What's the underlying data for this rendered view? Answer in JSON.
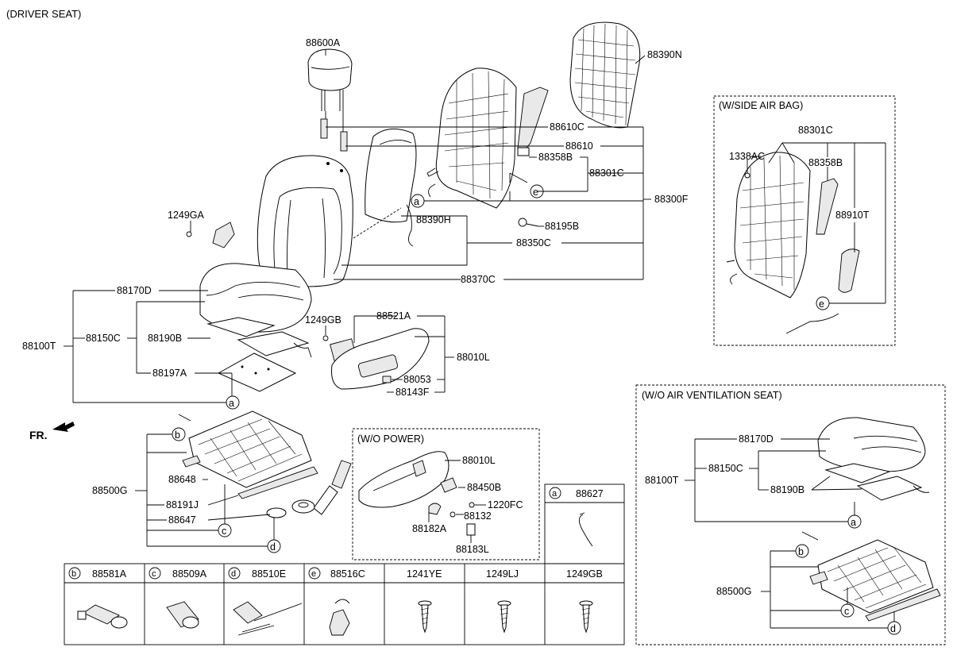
{
  "title": "(DRIVER SEAT)",
  "fr_label": "FR.",
  "boxes": {
    "side_air_bag": "(W/SIDE AIR BAG)",
    "wo_power": "(W/O POWER)",
    "wo_air_vent": "(W/O AIR VENTILATION SEAT)"
  },
  "callouts": {
    "a": "a",
    "b": "b",
    "c": "c",
    "d": "d",
    "e": "e"
  },
  "labels": {
    "p88600A": "88600A",
    "p88390N": "88390N",
    "p88610C": "88610C",
    "p88610": "88610",
    "p88358B": "88358B",
    "p88301C": "88301C",
    "p88300F": "88300F",
    "p88195B": "88195B",
    "p88390H": "88390H",
    "p88350C": "88350C",
    "p88370C": "88370C",
    "p1249GA": "1249GA",
    "p88170D": "88170D",
    "p88100T": "88100T",
    "p88150C": "88150C",
    "p88190B": "88190B",
    "p88197A": "88197A",
    "p1249GB": "1249GB",
    "p88521A": "88521A",
    "p88010L": "88010L",
    "p88053": "88053",
    "p88143F": "88143F",
    "p88500G": "88500G",
    "p88648": "88648",
    "p88191J": "88191J",
    "p88647": "88647",
    "wp_88010L": "88010L",
    "wp_88450B": "88450B",
    "wp_1220FC": "1220FC",
    "wp_88132": "88132",
    "wp_88182A": "88182A",
    "wp_88183L": "88183L",
    "sab_88301C": "88301C",
    "sab_1338AC": "1338AC",
    "sab_88358B": "88358B",
    "sab_88910T": "88910T",
    "av_88170D": "88170D",
    "av_88100T": "88100T",
    "av_88150C": "88150C",
    "av_88190B": "88190B",
    "av_88500G": "88500G"
  },
  "table": {
    "a_head": "88627",
    "cells": [
      {
        "letter": "b",
        "part": "88581A"
      },
      {
        "letter": "c",
        "part": "88509A"
      },
      {
        "letter": "d",
        "part": "88510E"
      },
      {
        "letter": "e",
        "part": "88516C"
      },
      {
        "letter": "",
        "part": "1241YE"
      },
      {
        "letter": "",
        "part": "1249LJ"
      },
      {
        "letter": "",
        "part": "1249GB"
      }
    ]
  }
}
